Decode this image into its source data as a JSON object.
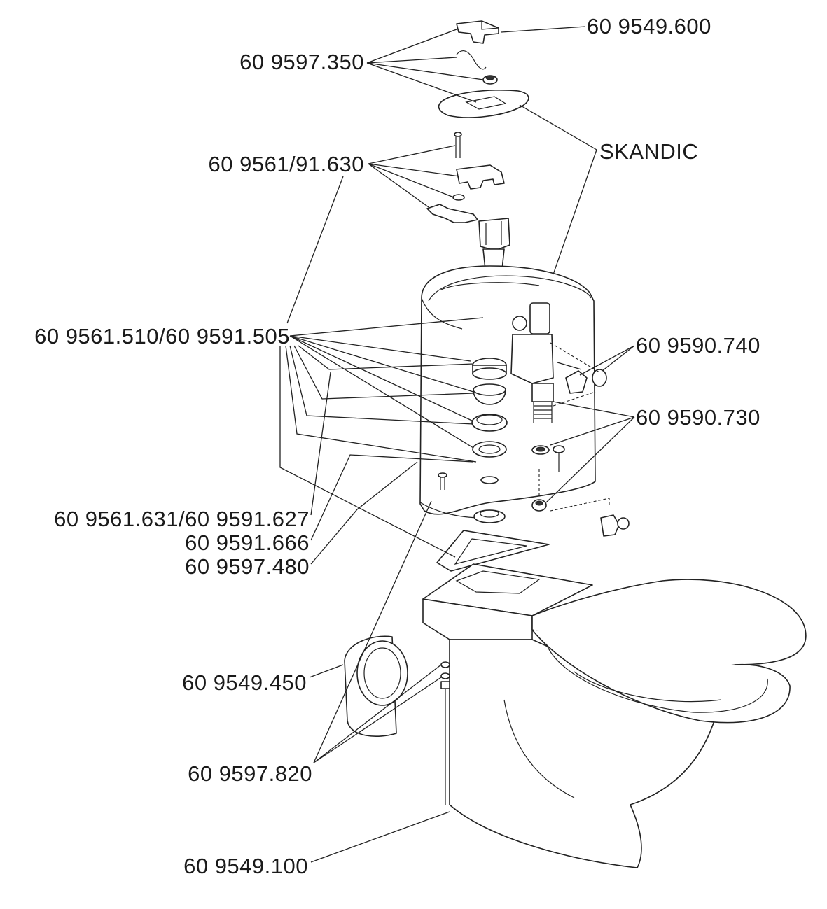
{
  "labels": {
    "l_600": "60 9549.600",
    "l_350": "60 9597.350",
    "l_skandic": "SKANDIC",
    "l_630": "60 9561/91.630",
    "l_505": "60 9561.510/60 9591.505",
    "l_740": "60 9590.740",
    "l_730": "60 9590.730",
    "l_627": "60 9561.631/60 9591.627",
    "l_666": "60 9591.666",
    "l_480": "60 9597.480",
    "l_450": "60 9549.450",
    "l_820": "60 9597.820",
    "l_100": "60 9549.100"
  }
}
